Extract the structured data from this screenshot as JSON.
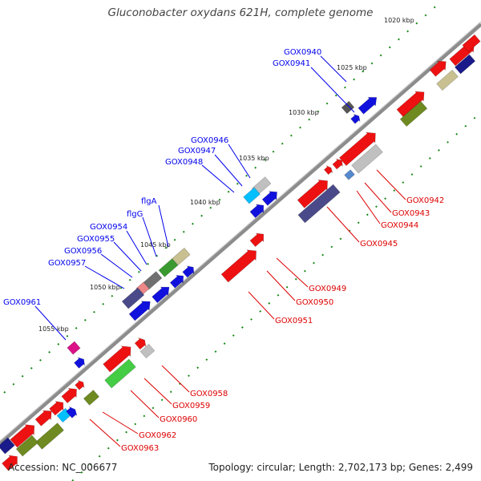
{
  "title": "Gluconobacter oxydans 621H, complete genome",
  "footer": {
    "accession": "Accession: NC_006677",
    "summary": "Topology: circular; Length: 2,702,173 bp; Genes: 2,499"
  },
  "colors": {
    "backbone": "#8c8c8c",
    "forward_label": "#0000ee",
    "reverse_label": "#dd0000",
    "tick": "#1a8a1a"
  },
  "scale_labels": [
    "1020 kbp",
    "1025 kbp",
    "1030 kbp",
    "1035 kbp",
    "1040 kbp",
    "1045 kbp",
    "1050 kbp",
    "1055 kbp"
  ],
  "forward_genes": [
    "GOX0940",
    "GOX0941",
    "GOX0946",
    "GOX0947",
    "GOX0948",
    "flgA",
    "flgG",
    "GOX0954",
    "GOX0955",
    "GOX0956",
    "GOX0957",
    "GOX0961"
  ],
  "reverse_genes": [
    "GOX0942",
    "GOX0943",
    "GOX0944",
    "GOX0945",
    "GOX0949",
    "GOX0950",
    "GOX0951",
    "GOX0958",
    "GOX0959",
    "GOX0960",
    "GOX0962",
    "GOX0963"
  ]
}
